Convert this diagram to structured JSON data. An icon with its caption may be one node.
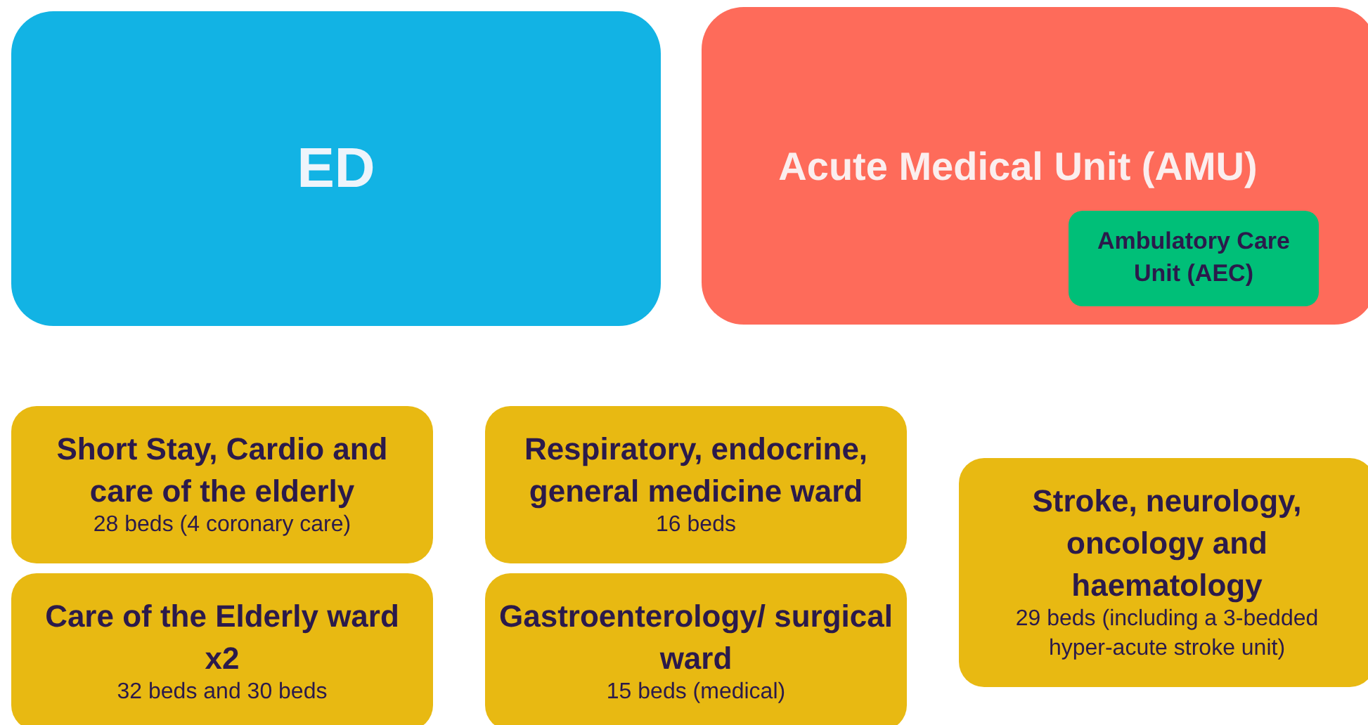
{
  "diagram": {
    "nodes": [
      {
        "text": [
          "ED"
        ]
      },
      {
        "text": [
          "Acute Medical Unit (AMU)"
        ]
      },
      {
        "text": [
          "Ambulatory Care Unit (AEC)"
        ],
        "in": 1
      },
      {
        "text": [
          "Short Stay, Cardio and care of the elderly",
          "28 beds (4 coronary care)"
        ]
      },
      {
        "text": [
          "Respiratory, endocrine, general medicine ward",
          "16 beds"
        ]
      },
      {
        "text": [
          "Stroke, neurology, oncology and haematology",
          "29 beds (including a 3-bedded hyper-acute stroke unit)"
        ]
      },
      {
        "text": [
          "Care of the Elderly ward x2",
          "32 beds and 30 beds"
        ]
      },
      {
        "text": [
          "Gastroenterology/ surgical ward",
          "15 beds (medical)"
        ]
      }
    ]
  }
}
